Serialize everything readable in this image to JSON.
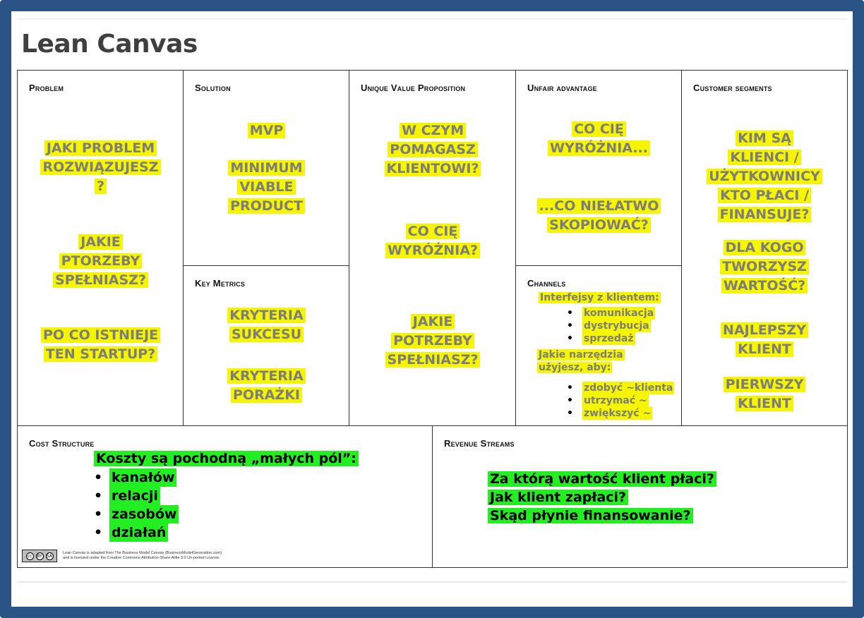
{
  "title": "Lean Canvas",
  "sections": {
    "problem": {
      "header": "Problem",
      "lines": [
        [
          "JAKI PROBLEM",
          "ROZWIĄZUJESZ",
          "?"
        ],
        [
          "JAKIE",
          "PTORZEBY",
          "SPEŁNIASZ?"
        ],
        [
          "PO CO ISTNIEJE",
          "TEN STARTUP?"
        ]
      ]
    },
    "solution": {
      "header": "Solution",
      "lines": [
        [
          "MVP"
        ],
        [
          "MINIMUM",
          "VIABLE",
          "PRODUCT"
        ]
      ]
    },
    "key_metrics": {
      "header": "Key Metrics",
      "lines": [
        [
          "KRYTERIA",
          "SUKCESU"
        ],
        [
          "KRYTERIA",
          "PORAŻKI"
        ]
      ]
    },
    "uvp": {
      "header": "Unique Value Proposition",
      "lines": [
        [
          "W CZYM",
          "POMAGASZ",
          "KLIENTOWI?"
        ],
        [
          "CO CIĘ",
          "WYRÓŻNIA?"
        ],
        [
          "JAKIE",
          "POTRZEBY",
          "SPEŁNIASZ?"
        ]
      ]
    },
    "unfair_advantage": {
      "header": "Unfair advantage",
      "lines": [
        [
          "CO CIĘ",
          "WYRÓŻNIA..."
        ],
        [
          "...CO NIEŁATWO",
          "SKOPIOWAĆ?"
        ]
      ]
    },
    "channels": {
      "header": "Channels",
      "intro1": "Interfejsy z klientem:",
      "list1": [
        "komunikacja",
        "dystrybucja",
        "sprzedaż"
      ],
      "intro2a": "Jakie narzędzia",
      "intro2b": "użyjesz, aby:",
      "list2": [
        "zdobyć ~klienta",
        "utrzymać ~",
        "zwiększyć ~"
      ]
    },
    "customer_segments": {
      "header": "Customer segments",
      "lines": [
        [
          "KIM SĄ",
          "KLIENCI /",
          "UŻYTKOWNICY",
          "KTO PŁACI /",
          "FINANSUJE?"
        ],
        [
          "DLA KOGO",
          "TWORZYSZ",
          "WARTOŚĆ?"
        ],
        [
          "NAJLEPSZY",
          "KLIENT"
        ],
        [
          "PIERWSZY",
          "KLIENT"
        ]
      ]
    },
    "cost_structure": {
      "header": "Cost Structure",
      "intro": "Koszty są pochodną „małych pól”:",
      "items": [
        "kanałów",
        "relacji",
        "zasobów",
        "działań"
      ]
    },
    "revenue_streams": {
      "header": "Revenue Streams",
      "lines": [
        "Za którą wartość klient płaci?",
        "Jak klient zapłaci?",
        "Skąd płynie finansowanie?"
      ]
    }
  },
  "license": {
    "badge": [
      "cc",
      "BY",
      "SA"
    ],
    "line1": "Lean Canvas is adapted from The Business Model Canvas (BusinessModelGeneration.com)",
    "line2": "and is licensed under the Creative Commons Attribution-Share Alike 3.0 Un-ported License."
  },
  "colors": {
    "frame": "#2a5386",
    "yellow_highlight": "#f5f500",
    "green_highlight": "#22ee22",
    "highlight_text": "#7d7d7d"
  }
}
